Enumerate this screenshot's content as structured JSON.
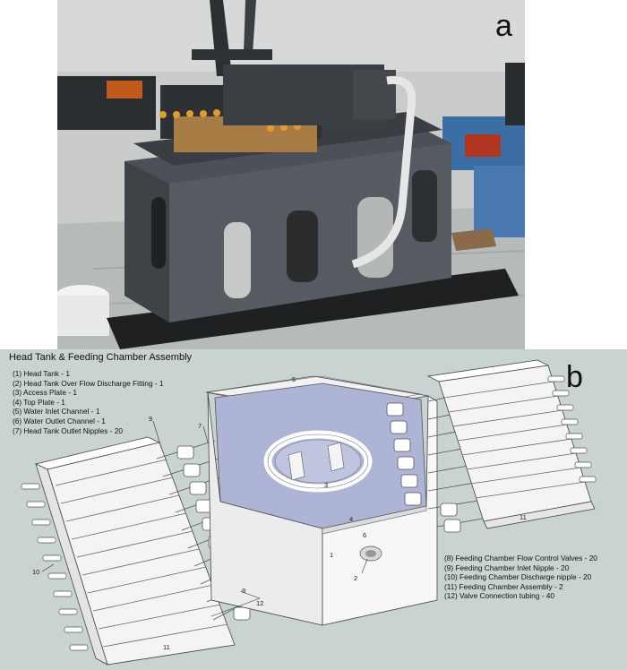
{
  "panel_a": {
    "letter": "a"
  },
  "panel_b": {
    "letter": "b",
    "title": "Head Tank & Feeding Chamber Assembly",
    "legend_left": [
      "(1) Head Tank - 1",
      "(2) Head Tank Over Flow Discharge Fitting - 1",
      "(3) Access Plate - 1",
      "(4) Top Plate - 1",
      "(5) Water Inlet Channel - 1",
      "(6) Water Outlet Channel - 1",
      "(7) Head Tank Outlet Nipples - 20"
    ],
    "legend_right": [
      "(8)  Feeding Chamber Flow Control Valves - 20",
      "(9)  Feeding Chamber Inlet Nipple - 20",
      "(10) Feeding Chamber Discharge nipple - 20",
      "(11) Feeding Chamber Assembly - 2",
      "(12) Valve Connection tubing - 40"
    ],
    "callouts": {
      "c1": "1",
      "c2": "2",
      "c3": "3",
      "c4": "4",
      "c5": "5",
      "c6": "6",
      "c7": "7",
      "c8": "8",
      "c9": "9",
      "c10": "10",
      "c11a": "11",
      "c11b": "11",
      "c12": "12"
    }
  }
}
